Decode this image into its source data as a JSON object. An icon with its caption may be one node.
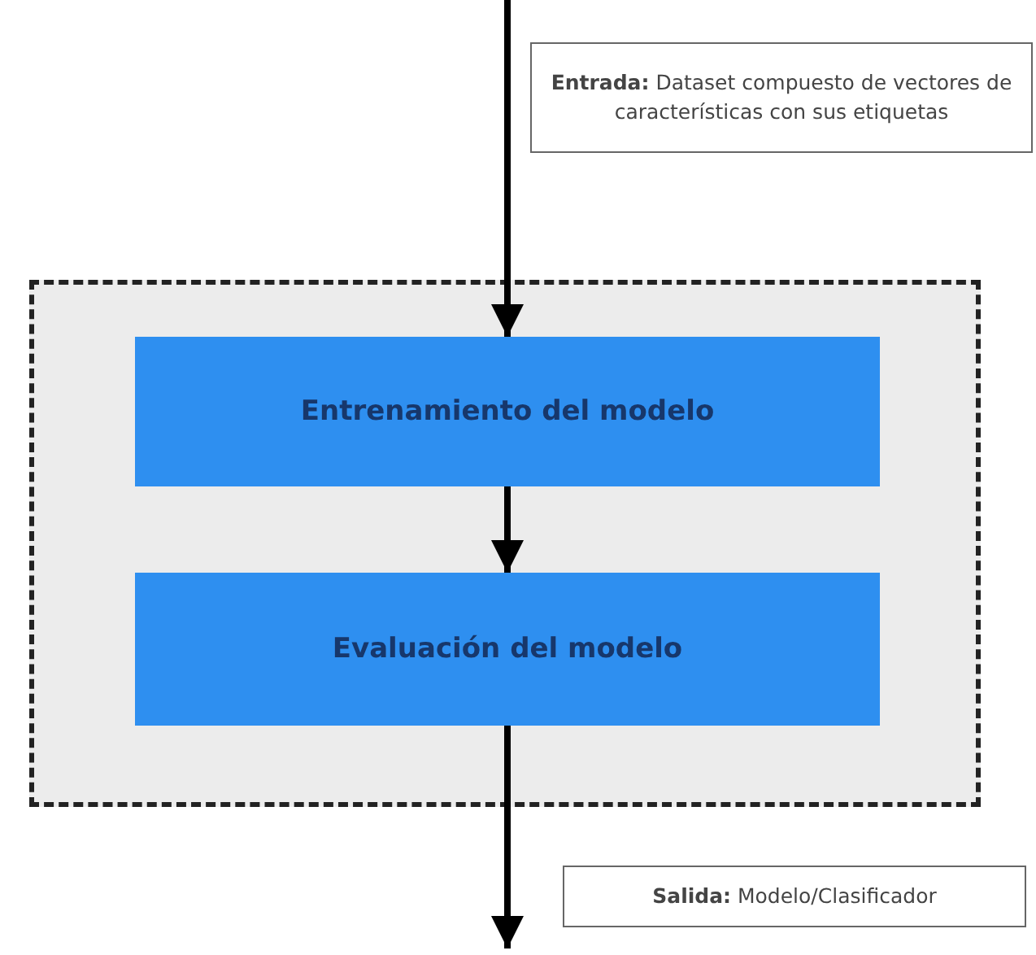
{
  "diagram": {
    "nodes": [
      {
        "text": [],
        "shape": "box"
      },
      {
        "text": [
          "Entrenamiento del modelo"
        ],
        "in": 0
      },
      {
        "text": [
          "Evaluación del modelo"
        ],
        "in": 0
      },
      {
        "text": [
          "**Entrada:** Dataset compuesto de vectores de características con sus etiquetas"
        ]
      },
      {
        "text": [
          "**Salida:** Modelo/Clasificador"
        ]
      }
    ],
    "edges": [
      {
        "from": null,
        "to": 1,
        "arrow": "to"
      },
      {
        "from": 1,
        "to": 2,
        "arrow": "to"
      },
      {
        "from": 2,
        "to": null,
        "arrow": "to"
      }
    ]
  }
}
